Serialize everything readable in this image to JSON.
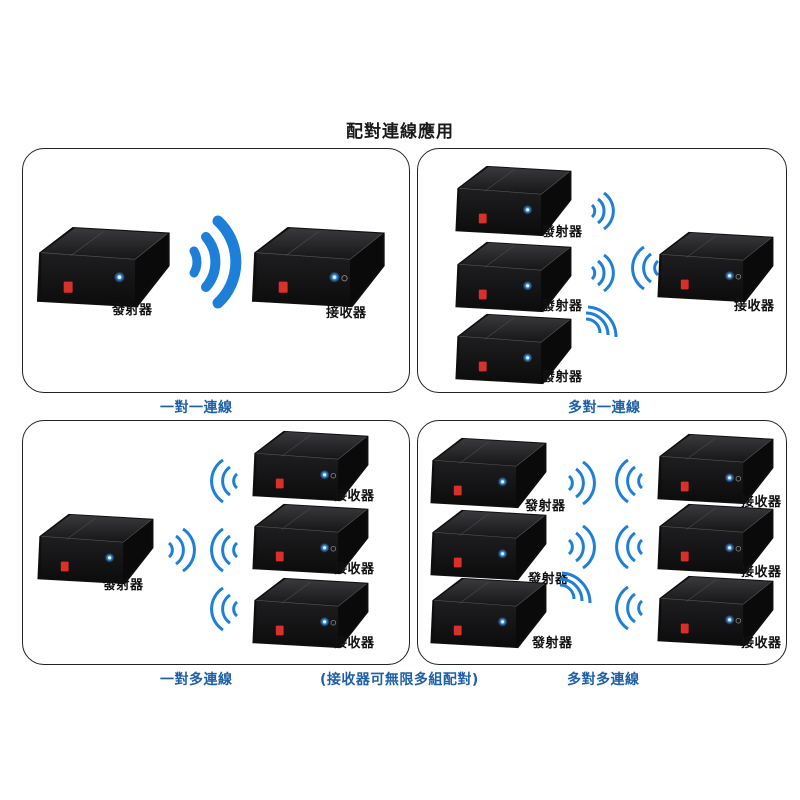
{
  "title": "配對連線應用",
  "labels": {
    "transmitter": "發射器",
    "receiver": "接收器"
  },
  "panels": {
    "one_to_one": {
      "caption": "一對一連線"
    },
    "many_to_one": {
      "caption": "多對一連線"
    },
    "one_to_many": {
      "caption": "一對多連線",
      "note": "(接收器可無限多組配對)"
    },
    "many_to_many": {
      "caption": "多對多連線"
    }
  },
  "colors": {
    "wave": "#1e7fd8",
    "device_body": "#1b1b1d",
    "led": "#3aa0ff",
    "logo": "#d9302a",
    "caption": "#1f5fa8"
  }
}
